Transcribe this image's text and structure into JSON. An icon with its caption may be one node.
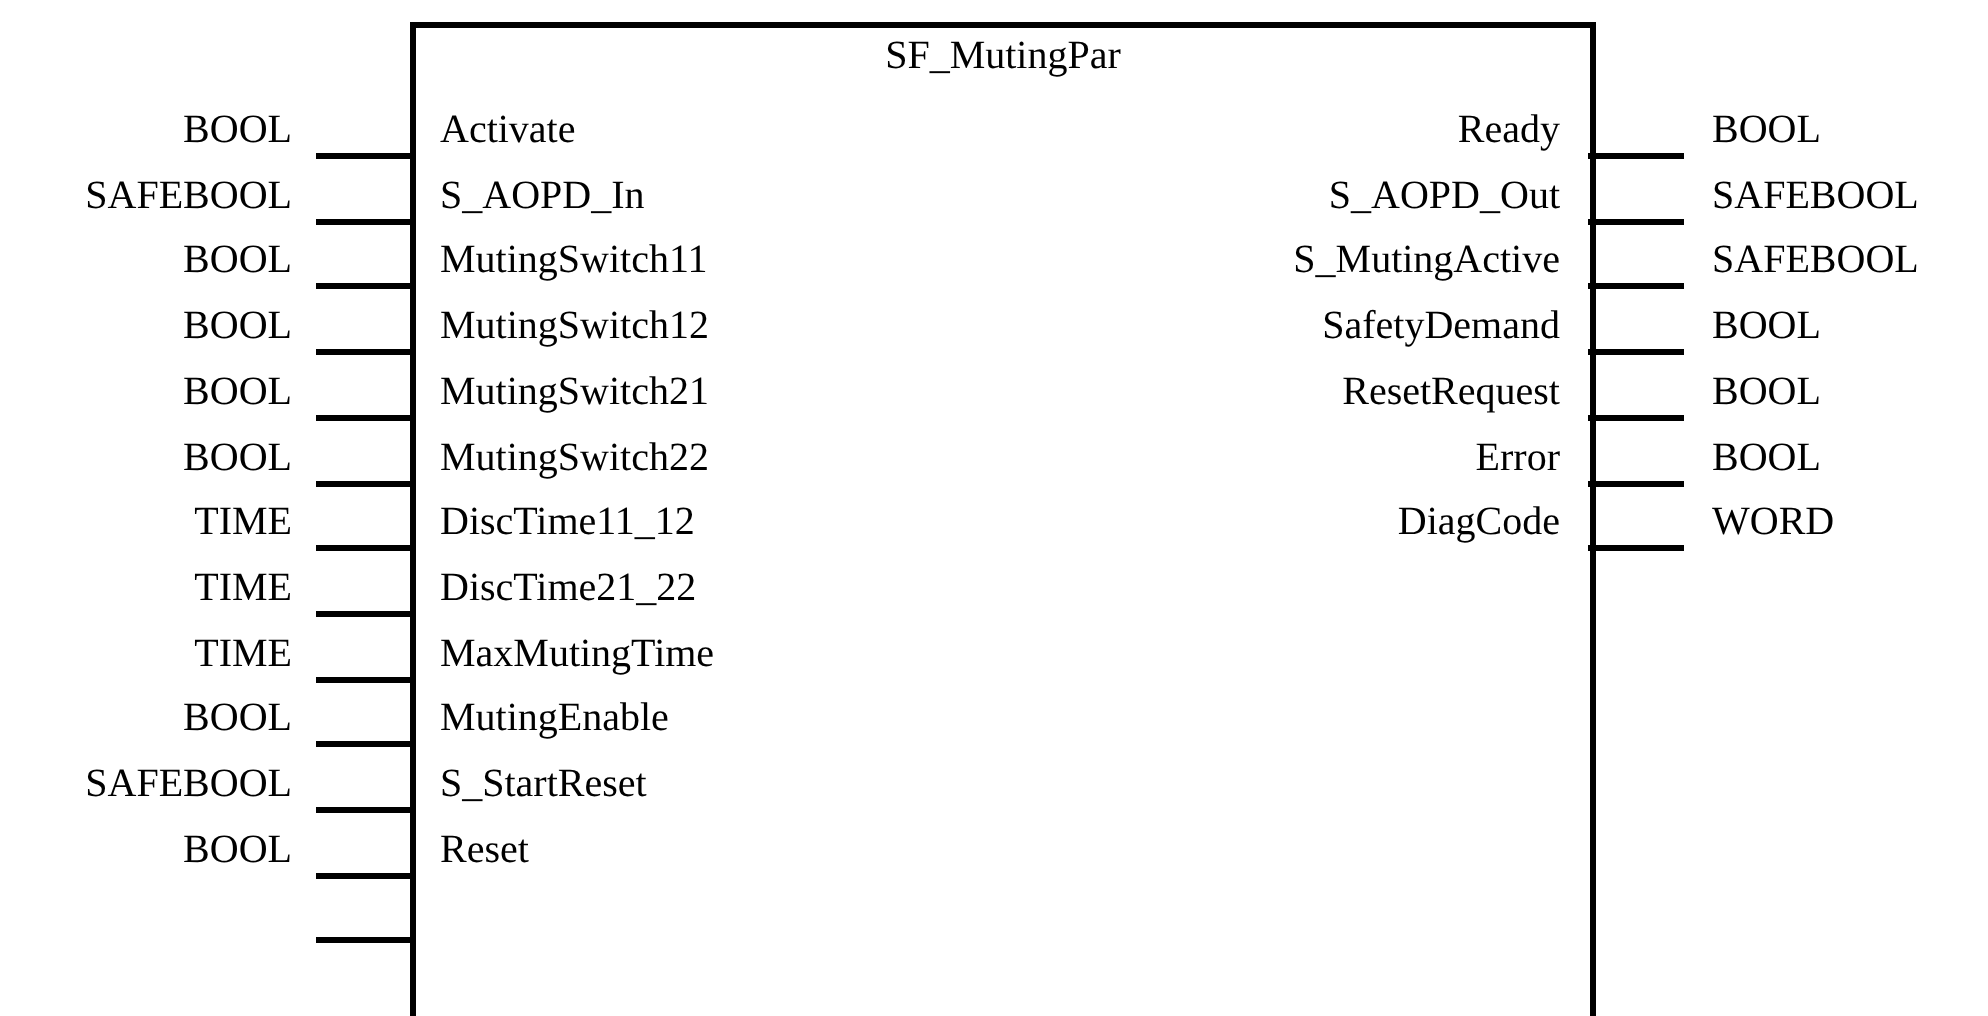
{
  "diagram": {
    "nodes": [
      {
        "text": [
          "SF_MutingPar"
        ]
      }
    ],
    "labels": [
      "BOOL",
      "Activate",
      "Ready",
      "BOOL",
      "SAFEBOOL",
      "S_AOPD_In",
      "S_AOPD_Out",
      "SAFEBOOL",
      "BOOL",
      "MutingSwitch11",
      "S_MutingActive",
      "SAFEBOOL",
      "BOOL",
      "MutingSwitch12",
      "SafetyDemand",
      "BOOL",
      "BOOL",
      "MutingSwitch21",
      "ResetRequest",
      "BOOL",
      "BOOL",
      "MutingSwitch22",
      "Error",
      "BOOL",
      "TIME",
      "DiscTime11_12",
      "DiagCode",
      "WORD",
      "TIME",
      "DiscTime21_22",
      "TIME",
      "MaxMutingTime",
      "BOOL",
      "MutingEnable",
      "SAFEBOOL",
      "S_StartReset",
      "BOOL",
      "Reset"
    ]
  }
}
